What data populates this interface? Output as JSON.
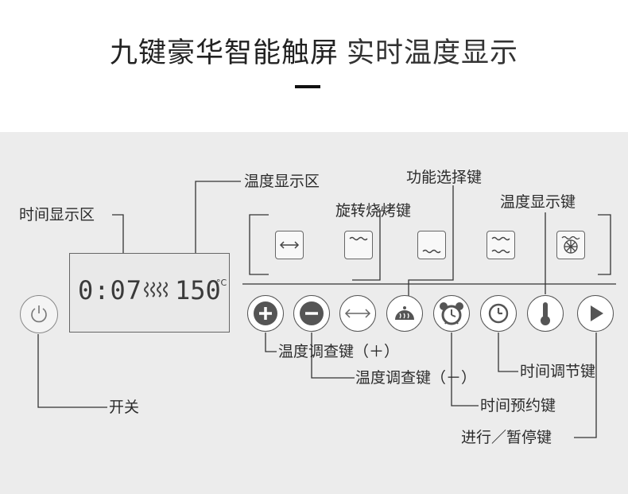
{
  "header": {
    "title": "九键豪华智能触屏",
    "subtitle": "实时温度显示"
  },
  "display": {
    "time": "0:07",
    "temperature": "150",
    "unit": "°C"
  },
  "labels": {
    "time_display": "时间显示区",
    "temp_display": "温度显示区",
    "function_select": "功能选择键",
    "rotisserie": "旋转烧烤键",
    "temp_show": "温度显示键",
    "temp_plus": "温度调查键（＋）",
    "temp_minus": "温度调查键（－）",
    "time_set": "时间调节键",
    "timer": "时间预约键",
    "start_pause": "进行／暂停键",
    "power": "开关"
  },
  "icons": {
    "power": "power-icon",
    "plus": "plus-circle-icon",
    "minus": "minus-circle-icon",
    "rotisserie": "rotate-arrows-icon",
    "function": "oven-heat-icon",
    "alarm": "alarm-clock-icon",
    "clock": "clock-icon",
    "thermometer": "thermometer-icon",
    "play": "play-icon",
    "mode_rotate": "rotate-arrows-icon",
    "mode_top_heat": "top-heat-icon",
    "mode_bottom_heat": "bottom-heat-icon",
    "mode_both_heat": "top-bottom-heat-icon",
    "mode_fan": "convection-fan-icon"
  },
  "colors": {
    "panel_bg": "#ececec",
    "button_fill": "#555555",
    "line": "#333333"
  }
}
